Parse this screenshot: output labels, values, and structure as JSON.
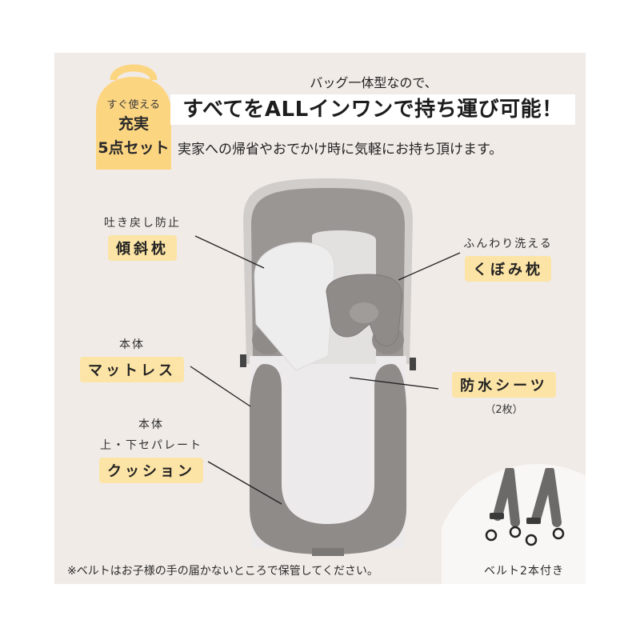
{
  "badge": {
    "subtitle": "すぐ使える",
    "title_line1": "充実",
    "title_line2": "5点セット",
    "color": "#fcd581"
  },
  "headline": {
    "top": "バッグ一体型なので、",
    "main": "すべてをALLインワンで持ち運び可能！",
    "sub": "実家への帰省やおでかけ時に気軽にお持ち頂けます。"
  },
  "labels": {
    "incline_pillow": {
      "caption": "吐き戻し防止",
      "tag": "傾斜枕"
    },
    "hollow_pillow": {
      "caption": "ふんわり洗える",
      "tag": "くぼみ枕"
    },
    "mattress": {
      "caption": "本体",
      "tag": "マットレス"
    },
    "waterproof_sheet": {
      "tag": "防水シーツ",
      "note": "（2枚）"
    },
    "cushion": {
      "caption": "本体",
      "caption2": "上・下セパレート",
      "tag": "クッション"
    }
  },
  "footer": {
    "note": "※ベルトはお子様の手の届かないところで保管してください。",
    "belt_caption": "ベルト2本付き"
  },
  "colors": {
    "panel_bg": "#f1ebe7",
    "tag_bg": "#fce4a6",
    "product_gray": "#8f8b89",
    "product_light": "#ecebeb"
  }
}
